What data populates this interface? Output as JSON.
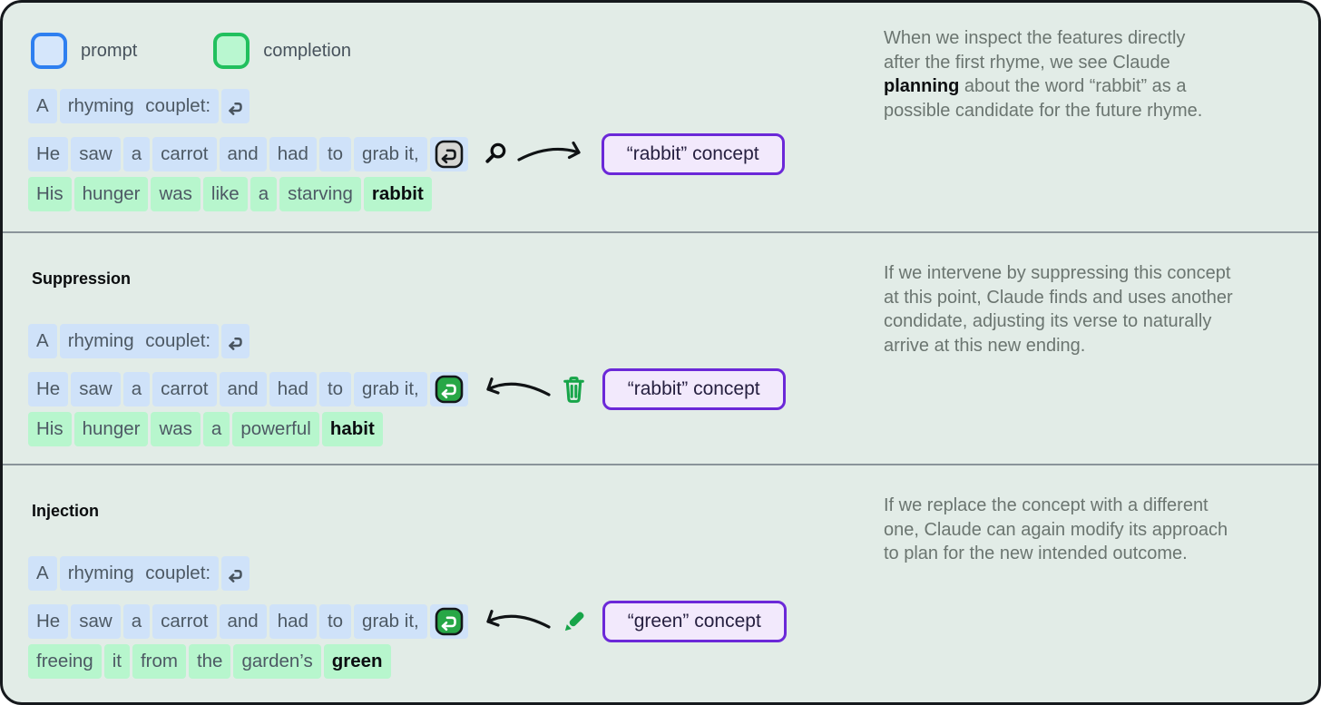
{
  "legend": {
    "prompt_label": "prompt",
    "completion_label": "completion"
  },
  "colors": {
    "background": "#e2ece7",
    "prompt_chip": "#cfe2f9",
    "completion_chip": "#b7f6cd",
    "prompt_swatch_border": "#2e7ff0",
    "completion_swatch_border": "#21c05e",
    "concept_border": "#6b28d8",
    "concept_fill": "#f2e9fc",
    "intervention_green": "#17a549"
  },
  "icons": {
    "newline": "return-icon",
    "inspect": "magnifier-icon",
    "suppress": "trash-icon",
    "inject": "pencil-icon"
  },
  "s1": {
    "note_pre": "When we inspect the features directly\nafter the first rhyme, we see Claude\n",
    "note_bold": "planning",
    "note_post": " about the word “rabbit” as a\npossible candidate for the future rhyme.",
    "p1": [
      "A",
      "rhyming couplet:"
    ],
    "p2": [
      "He",
      "saw",
      "a",
      "carrot",
      "and",
      "had",
      "to",
      "grab it,"
    ],
    "concept": "“rabbit” concept",
    "c": [
      "His",
      "hunger",
      "was",
      "like",
      "a",
      "starving"
    ],
    "c_bold": "rabbit"
  },
  "s2": {
    "heading": "Suppression",
    "note": "If we intervene by suppressing this concept\nat this point, Claude finds and uses another\ncondidate, adjusting its verse to naturally\narrive at this new ending.",
    "p1": [
      "A",
      "rhyming couplet:"
    ],
    "p2": [
      "He",
      "saw",
      "a",
      "carrot",
      "and",
      "had",
      "to",
      "grab it,"
    ],
    "concept": "“rabbit” concept",
    "c": [
      "His",
      "hunger",
      "was",
      "a",
      "powerful"
    ],
    "c_bold": "habit"
  },
  "s3": {
    "heading": "Injection",
    "note": "If we replace the concept with a different\none, Claude can again modify its approach\nto plan for the new intended outcome.",
    "p1": [
      "A",
      "rhyming couplet:"
    ],
    "p2": [
      "He",
      "saw",
      "a",
      "carrot",
      "and",
      "had",
      "to",
      "grab it,"
    ],
    "concept": "“green” concept",
    "c": [
      "freeing",
      "it",
      "from",
      "the",
      "garden’s"
    ],
    "c_bold": "green"
  }
}
